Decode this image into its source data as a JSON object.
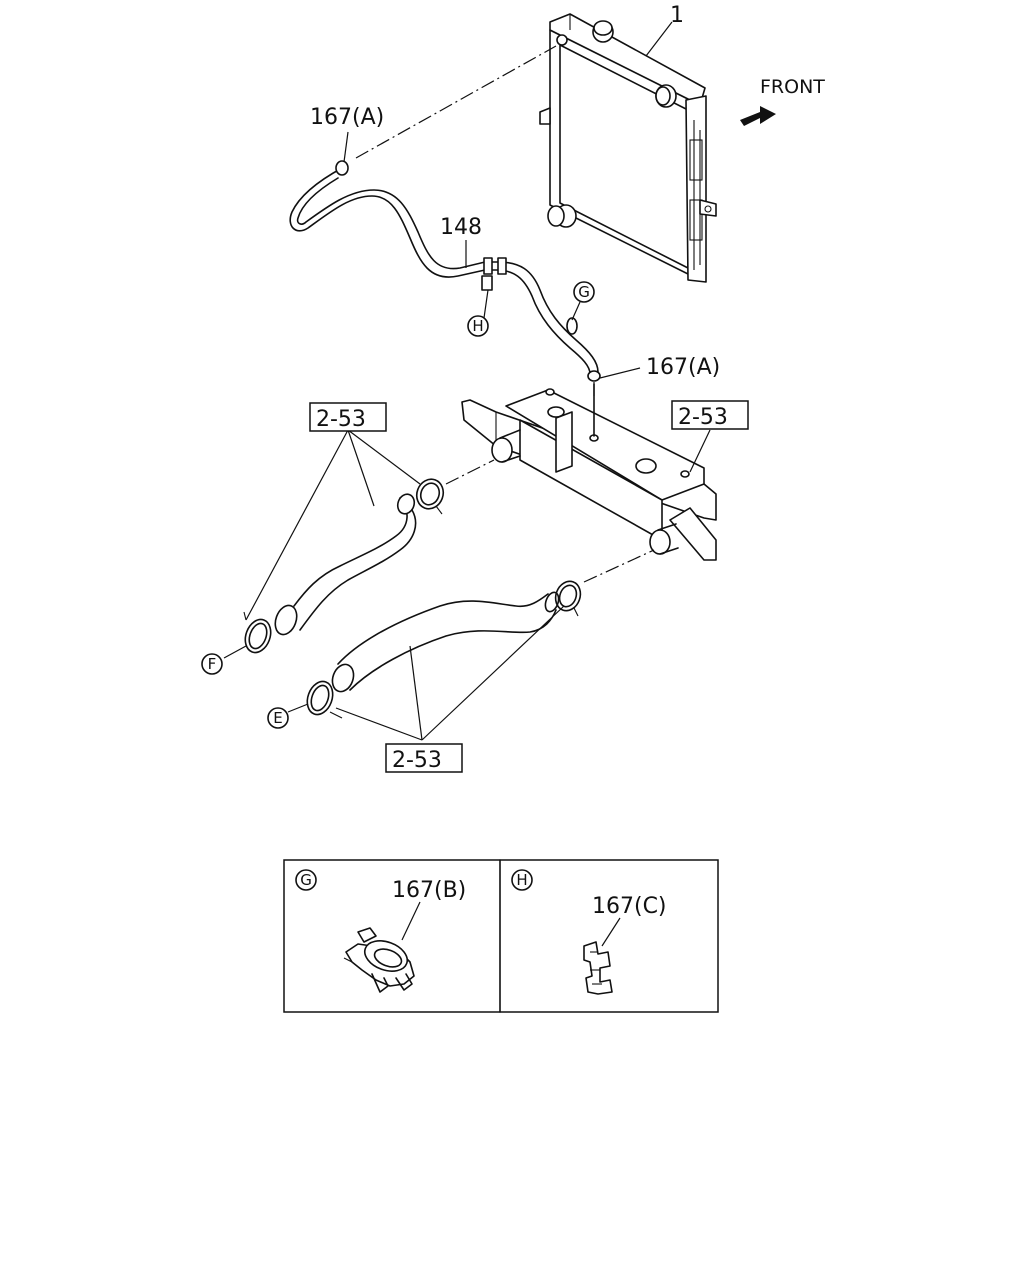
{
  "diagram": {
    "front_label": "FRONT",
    "callouts": {
      "radiator": "1",
      "hose_148": "148",
      "clip_top": "167(A)",
      "clip_mid": "167(A)",
      "ref_left_top": "2-53",
      "ref_right": "2-53",
      "ref_bottom": "2-53",
      "circle_g": "G",
      "circle_h": "H",
      "circle_f": "F",
      "circle_e": "E"
    },
    "detail_g": {
      "letter": "G",
      "label": "167(B)"
    },
    "detail_h": {
      "letter": "H",
      "label": "167(C)"
    },
    "icons": [
      "front-arrow-icon"
    ]
  }
}
